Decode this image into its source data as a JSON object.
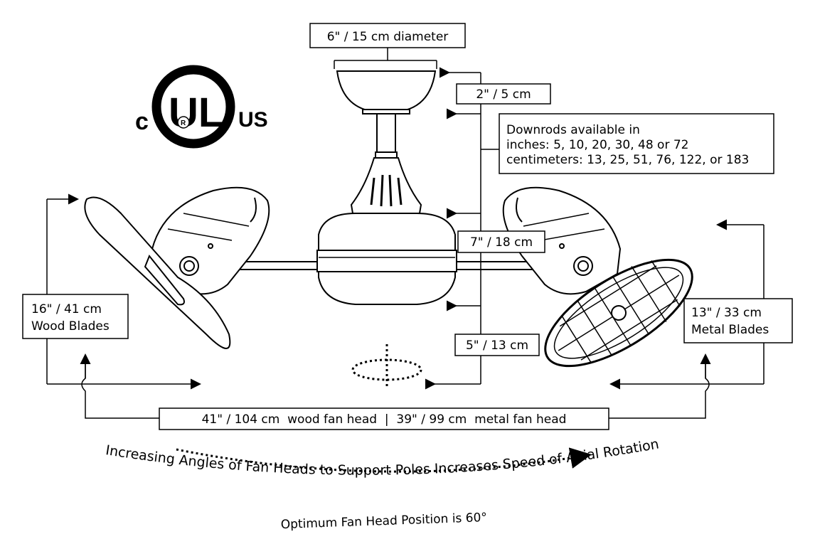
{
  "certification": {
    "left_text": "c",
    "logo_text": "UL",
    "reg_mark": "R",
    "right_text": "US"
  },
  "dimensions": {
    "canopy_diameter": "6\" / 15 cm diameter",
    "canopy_height": "2\" / 5 cm",
    "motor_height": "7\" / 18 cm",
    "bottom_height": "5\" / 13 cm",
    "wood_blades": [
      "16\" / 41 cm",
      "Wood Blades"
    ],
    "metal_blades": [
      "13\" / 33 cm",
      "Metal Blades"
    ],
    "overall_width": "41\" / 104 cm  wood fan head  |  39\" / 99 cm  metal fan head"
  },
  "downrods_note": [
    "Downrods available in",
    "inches: 5, 10, 20, 30, 48 or 72",
    "centimeters: 13, 25, 51, 76, 122, or 183"
  ],
  "footer": {
    "line1": "Increasing Angles of Fan Heads to Support Poles Increases Speed of Axial Rotation",
    "line2": "Optimum Fan Head Position is 60°"
  },
  "colors": {
    "ink": "#000000",
    "background": "#ffffff"
  }
}
